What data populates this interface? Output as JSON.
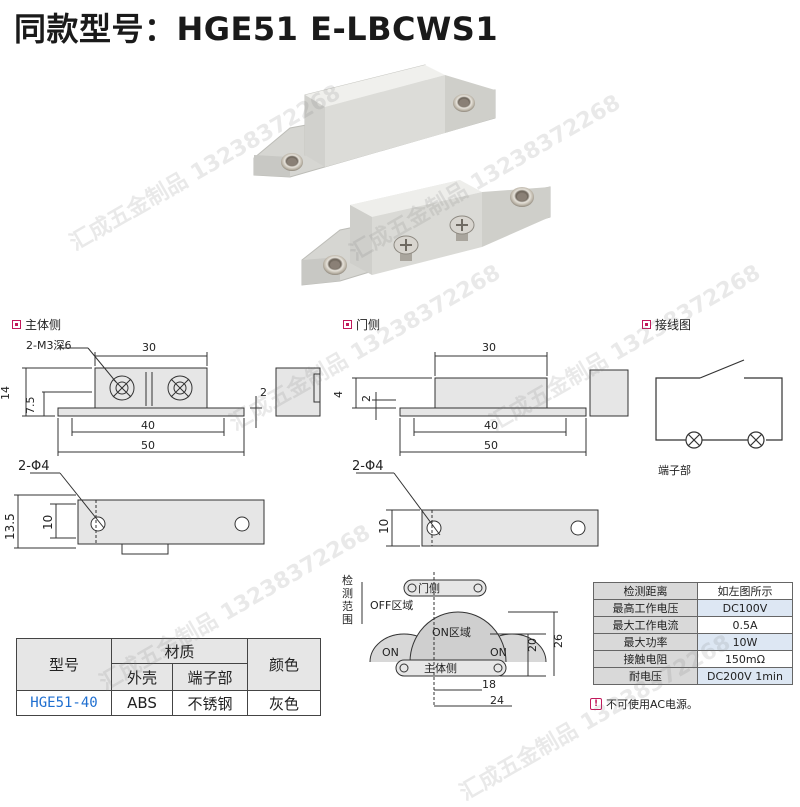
{
  "title": "同款型号：HGE51  E-LBCWS1",
  "watermark": "汇成五金制品 13238372268",
  "sections": {
    "body_side": "主体侧",
    "door_side": "门侧",
    "wiring": "接线图"
  },
  "dims": {
    "hole": "2-M3深6",
    "d30a": "30",
    "d14": "14",
    "d7_5": "7.5",
    "d2a": "2",
    "d40a": "40",
    "d50a": "50",
    "phi4a": "2-Φ4",
    "d13_5": "13.5",
    "d10a": "10",
    "d30b": "30",
    "d4": "4",
    "d2b": "2",
    "d40b": "40",
    "d50b": "50",
    "phi4b": "2-Φ4",
    "d10b": "10"
  },
  "wiring_label": "端子部",
  "detection": {
    "range_label": "检测范围",
    "door_side": "门侧",
    "off_zone": "OFF区域",
    "on_zone": "ON区域",
    "on": "ON",
    "body_side": "主体侧",
    "d20": "20",
    "d26": "26",
    "d18": "18",
    "d24": "24"
  },
  "spec": [
    {
      "k": "检测距离",
      "v": "如左图所示",
      "hl": false
    },
    {
      "k": "最高工作电压",
      "v": "DC100V",
      "hl": true
    },
    {
      "k": "最大工作电流",
      "v": "0.5A",
      "hl": false
    },
    {
      "k": "最大功率",
      "v": "10W",
      "hl": true
    },
    {
      "k": "接触电阻",
      "v": "150mΩ",
      "hl": false
    },
    {
      "k": "耐电压",
      "v": "DC200V 1min",
      "hl": true
    }
  ],
  "note": "不可使用AC电源。",
  "material_table": {
    "h_model": "型号",
    "h_material": "材质",
    "h_shell": "外壳",
    "h_terminal": "端子部",
    "h_color": "颜色",
    "model": "HGE51-40",
    "shell": "ABS",
    "terminal": "不锈钢",
    "color": "灰色"
  },
  "colors": {
    "accent": "#c2185b",
    "model_blue": "#1f6fd0",
    "part_gray": "#e1e1de"
  }
}
